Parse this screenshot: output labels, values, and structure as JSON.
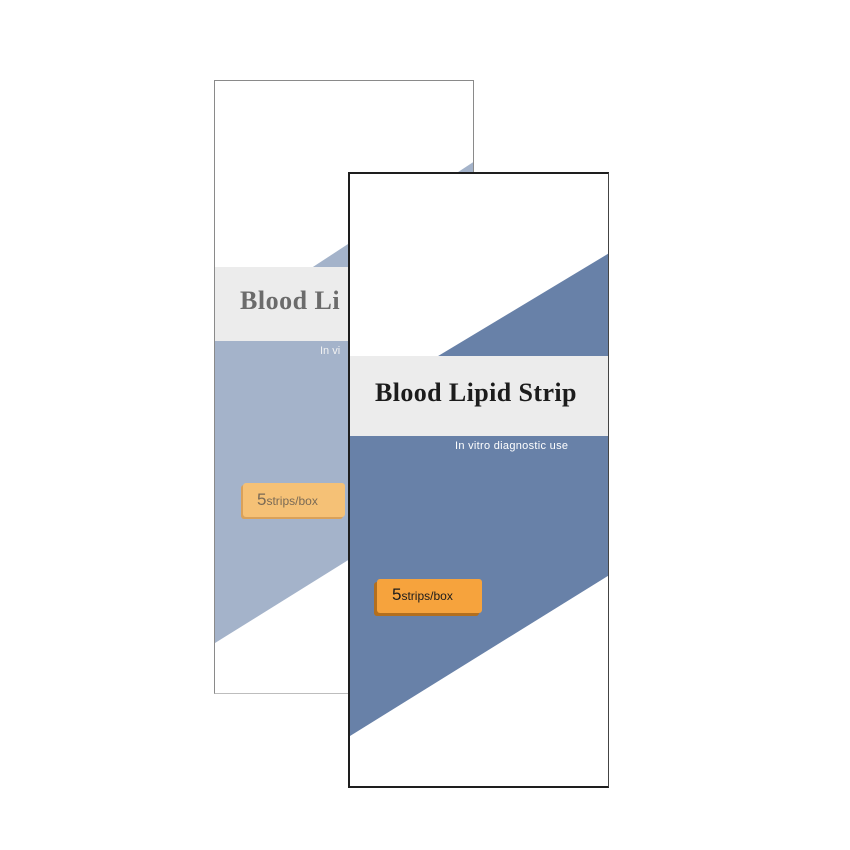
{
  "product": {
    "back_title": "Blood Li",
    "back_subtitle": "In vi",
    "front_title": "Blood Lipid Strip",
    "front_subtitle": "In vitro diagnostic use",
    "badge_number": "5",
    "badge_unit": "strips/box"
  },
  "colors": {
    "front_band": "#6881a8",
    "back_band": "#a4b3ca",
    "label_band": "#ececec",
    "front_badge": "#f6a33d",
    "back_badge": "#f5c176"
  }
}
